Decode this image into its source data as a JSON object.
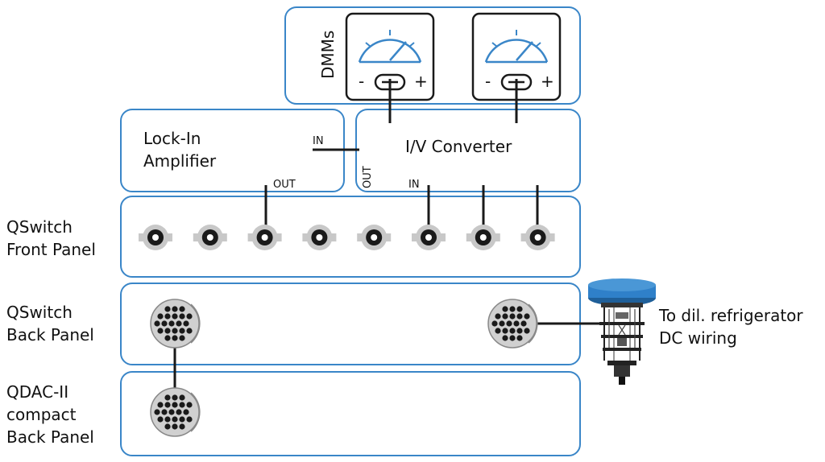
{
  "boxes": {
    "dmms": {
      "label": "DMMs"
    },
    "lockin": {
      "label_line1": "Lock-In",
      "label_line2": "Amplifier",
      "port_in": "IN",
      "port_out": "OUT"
    },
    "iv": {
      "label": "I/V Converter",
      "port_out": "OUT",
      "port_in": "IN"
    }
  },
  "meters": [
    {
      "minus": "-",
      "plus": "+"
    },
    {
      "minus": "-",
      "plus": "+"
    }
  ],
  "sides": {
    "front_line1": "QSwitch",
    "front_line2": "Front Panel",
    "back_line1": "QSwitch",
    "back_line2": "Back Panel",
    "qdac_line1": "QDAC-II",
    "qdac_line2": "compact",
    "qdac_line3": "Back Panel"
  },
  "fridge": {
    "line1": "To dil. refrigerator",
    "line2": "DC wiring"
  },
  "front_panel": {
    "bnc_count": 8
  },
  "colors": {
    "accent": "#3a86c8",
    "wire": "#1a1a1a",
    "connector": "#c8c8c8",
    "fridge_top": "#2f80c9"
  }
}
